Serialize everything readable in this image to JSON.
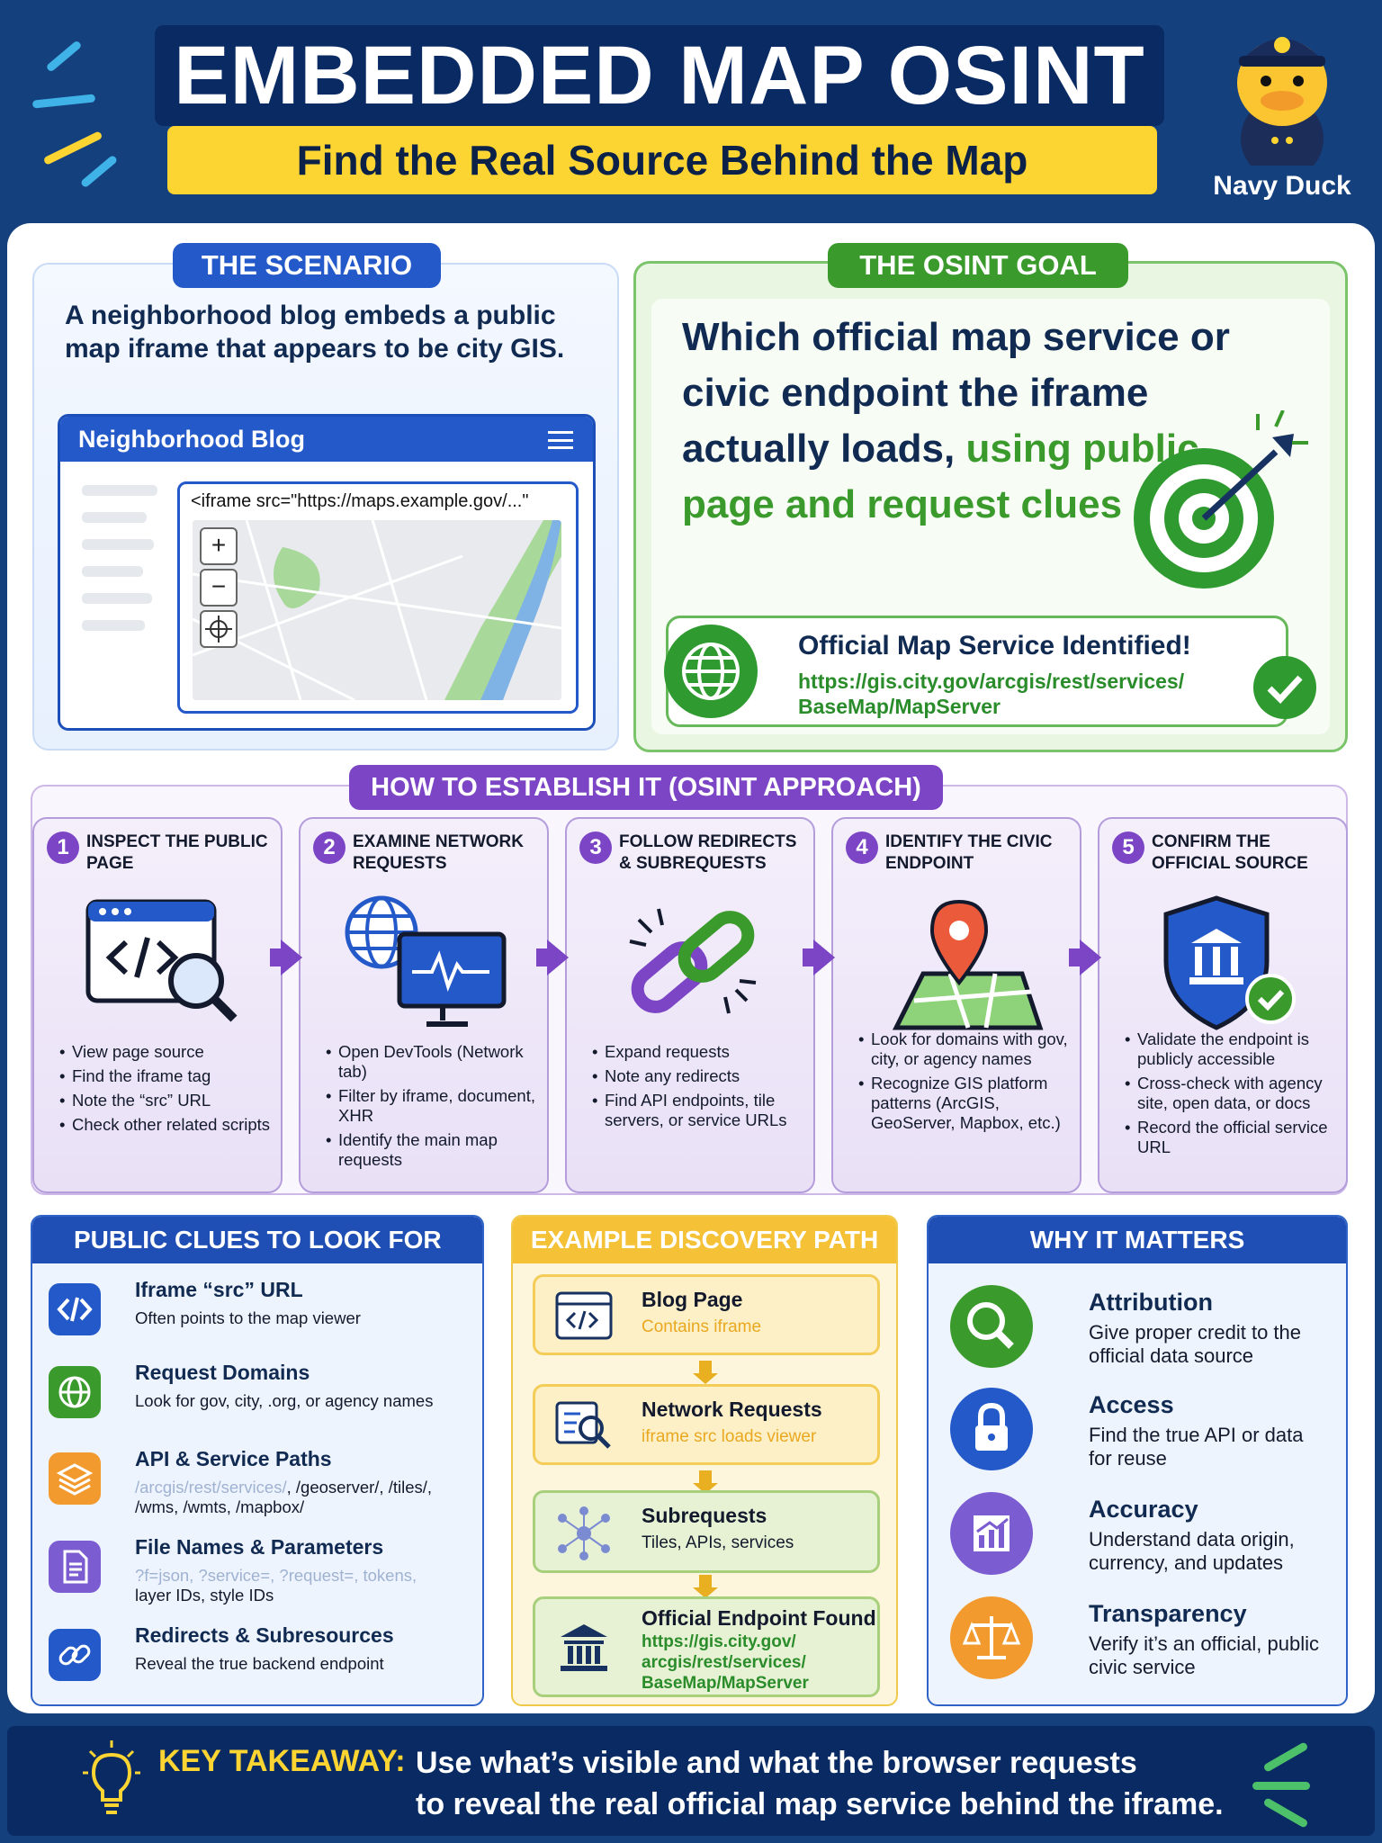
{
  "header": {
    "title": "EMBEDDED MAP OSINT",
    "subtitle": "Find the Real Source Behind the Map",
    "mascot_name": "Navy Duck"
  },
  "scenario": {
    "label": "THE SCENARIO",
    "text": "A neighborhood blog embeds a public map iframe that appears to be city GIS.",
    "blog_title": "Neighborhood Blog",
    "iframe_code": "<iframe src=\"https://maps.example.gov/...\"",
    "zoom_in": "+",
    "zoom_out": "−"
  },
  "goal": {
    "label": "THE OSINT GOAL",
    "text_main": "Which official map service or civic endpoint the iframe actually loads,",
    "text_green": "using public page and request clues",
    "found_title": "Official Map Service Identified!",
    "found_url": "https://gis.city.gov/arcgis/rest/services/ BaseMap/MapServer"
  },
  "approach": {
    "label": "HOW TO ESTABLISH IT (OSINT APPROACH)",
    "steps": [
      {
        "num": "1",
        "title": "INSPECT THE PUBLIC PAGE",
        "icon": "code-window-magnifier-icon",
        "items": [
          "View page source",
          "Find the iframe tag",
          "Note the “src” URL",
          "Check other related scripts"
        ]
      },
      {
        "num": "2",
        "title": "EXAMINE NETWORK REQUESTS",
        "icon": "globe-monitor-icon",
        "items": [
          "Open DevTools (Network tab)",
          "Filter by iframe, document, XHR",
          "Identify the main map requests"
        ]
      },
      {
        "num": "3",
        "title": "FOLLOW REDIRECTS & SUBREQUESTS",
        "icon": "chain-link-icon",
        "items": [
          "Expand requests",
          "Note any redirects",
          "Find API endpoints, tile servers, or service URLs"
        ]
      },
      {
        "num": "4",
        "title": "IDENTIFY THE CIVIC ENDPOINT",
        "icon": "map-pin-icon",
        "items": [
          "Look for domains with gov, city, or agency names",
          "Recognize GIS platform patterns (ArcGIS, GeoServer, Mapbox, etc.)"
        ]
      },
      {
        "num": "5",
        "title": "CONFIRM THE OFFICIAL SOURCE",
        "icon": "shield-check-icon",
        "items": [
          "Validate the endpoint is publicly accessible",
          "Cross-check with agency site, open data, or docs",
          "Record the official service URL"
        ]
      }
    ]
  },
  "clues": {
    "label": "PUBLIC CLUES TO LOOK FOR",
    "items": [
      {
        "title": "Iframe “src” URL",
        "icon": "code-icon",
        "desc": "Often points to the map viewer"
      },
      {
        "title": "Request Domains",
        "icon": "globe-icon",
        "desc": "Look for gov, city, .org, or agency names"
      },
      {
        "title": "API & Service Paths",
        "icon": "layers-icon",
        "desc_muted": "/arcgis/rest/services/",
        "desc": ", /geoserver/, /tiles/, /wms, /wmts, /mapbox/"
      },
      {
        "title": "File Names & Parameters",
        "icon": "document-icon",
        "desc_muted": "?f=json, ?service=, ?request=, tokens,",
        "desc": "layer IDs, style IDs"
      },
      {
        "title": "Redirects & Subresources",
        "icon": "link-icon",
        "desc": "Reveal the true backend endpoint"
      }
    ]
  },
  "example": {
    "label": "EXAMPLE DISCOVERY PATH",
    "items": [
      {
        "title": "Blog Page",
        "icon": "code-window-icon",
        "desc": "Contains iframe"
      },
      {
        "title": "Network Requests",
        "icon": "list-search-icon",
        "desc": "iframe src loads viewer"
      },
      {
        "title": "Subrequests",
        "icon": "network-nodes-icon",
        "desc": "Tiles, APIs, services"
      },
      {
        "title": "Official Endpoint Found",
        "icon": "government-building-icon",
        "desc": "https://gis.city.gov/ arcgis/rest/services/ BaseMap/MapServer"
      }
    ]
  },
  "why": {
    "label": "WHY IT MATTERS",
    "items": [
      {
        "title": "Attribution",
        "icon": "magnifier-icon",
        "desc": "Give proper credit to the official data source"
      },
      {
        "title": "Access",
        "icon": "lock-icon",
        "desc": "Find the true API or data for reuse"
      },
      {
        "title": "Accuracy",
        "icon": "chart-icon",
        "desc": "Understand data origin, currency, and updates"
      },
      {
        "title": "Transparency",
        "icon": "scales-icon",
        "desc": "Verify it’s an official, public civic service"
      }
    ]
  },
  "takeaway": {
    "label": "KEY TAKEAWAY:",
    "line1": "Use what’s visible and what the browser requests",
    "line2": "to reveal the real official map service behind the iframe."
  },
  "colors": {
    "navy": "#0a2a63",
    "yellow": "#fcd533",
    "blue": "#1f4eb5",
    "green": "#3a9b2c",
    "purple": "#7b45c5",
    "orange": "#f5c136"
  }
}
